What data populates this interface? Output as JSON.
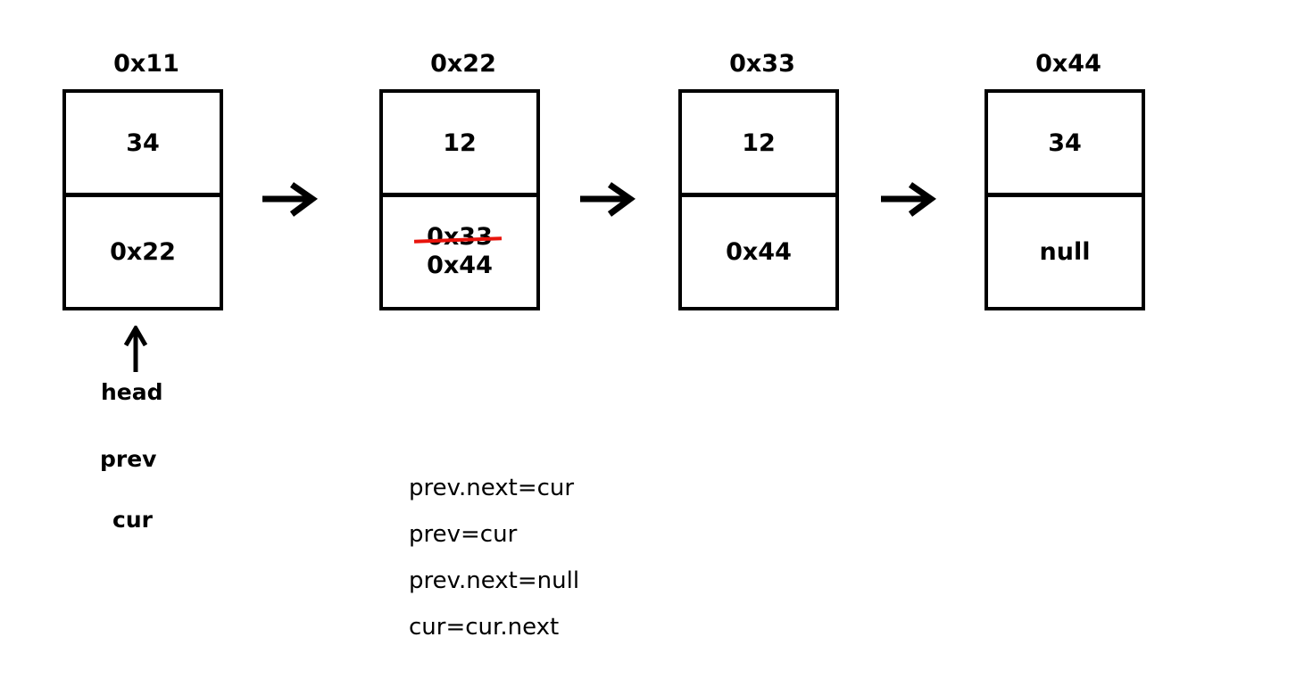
{
  "diagram": {
    "title": "singly-linked-list-pointer-reassignment",
    "background": "#ffffff",
    "ink": "#000000",
    "strike_color": "#e8140c",
    "nodes": [
      {
        "address": "0x11",
        "data": "34",
        "next": "0x22",
        "next_old": null,
        "struck": false
      },
      {
        "address": "0x22",
        "data": "12",
        "next": "0x44",
        "next_old": "0x33",
        "struck": true
      },
      {
        "address": "0x33",
        "data": "12",
        "next": "0x44",
        "next_old": null,
        "struck": false
      },
      {
        "address": "0x44",
        "data": "34",
        "next": "null",
        "next_old": null,
        "struck": false
      }
    ],
    "link_arrows": [
      {
        "glyph": "arrow-right",
        "from": "0x11",
        "to": "0x22"
      },
      {
        "glyph": "arrow-right",
        "from": "0x22",
        "to": "0x33"
      },
      {
        "glyph": "arrow-right",
        "from": "0x33",
        "to": "0x44"
      }
    ],
    "pointers": [
      {
        "name": "head",
        "target": "0x11",
        "has_arrow": true
      },
      {
        "name": "prev",
        "target": "0x11",
        "has_arrow": false
      },
      {
        "name": "cur",
        "target": "0x11",
        "has_arrow": false
      }
    ],
    "code_lines": [
      "prev.next=cur",
      "prev=cur",
      "prev.next=null",
      "cur=cur.next"
    ]
  }
}
